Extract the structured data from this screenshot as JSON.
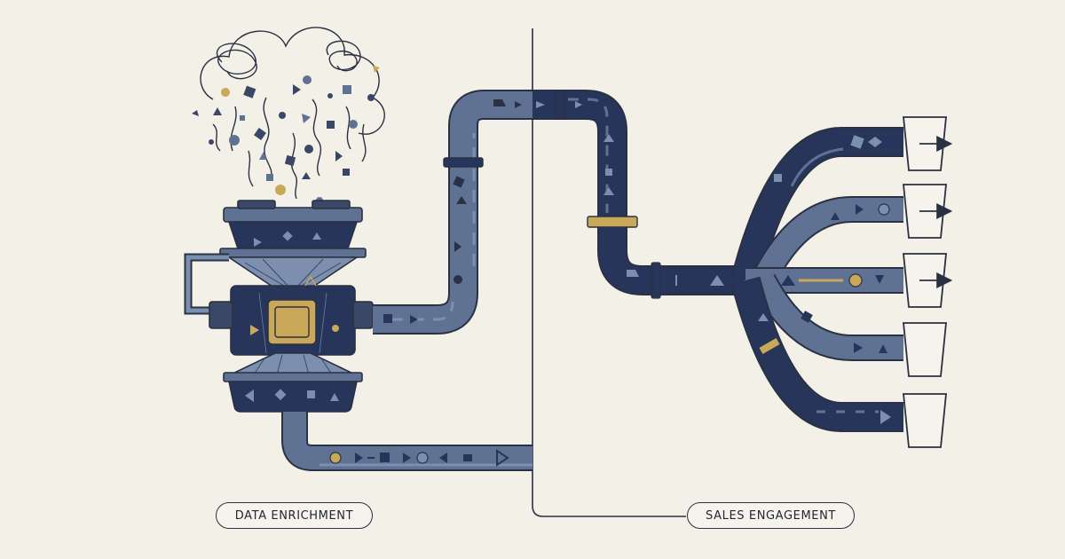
{
  "labels": {
    "left_stage": "DATA ENRICHMENT",
    "right_stage": "SALES ENGAGEMENT"
  },
  "output_channels": {
    "count": 5,
    "with_arrow": 3
  },
  "colors": {
    "background": "#f3f0e8",
    "ink": "#1f2533",
    "navy": "#27355a",
    "slate": "#5f7294",
    "slate_light": "#7d8fae",
    "gold": "#c9a85a",
    "outline": "#2a3142"
  },
  "icons": [
    "funnel-machine-icon",
    "chip-icon",
    "pipe-icon",
    "arrow-right-icon",
    "bin-icon"
  ]
}
